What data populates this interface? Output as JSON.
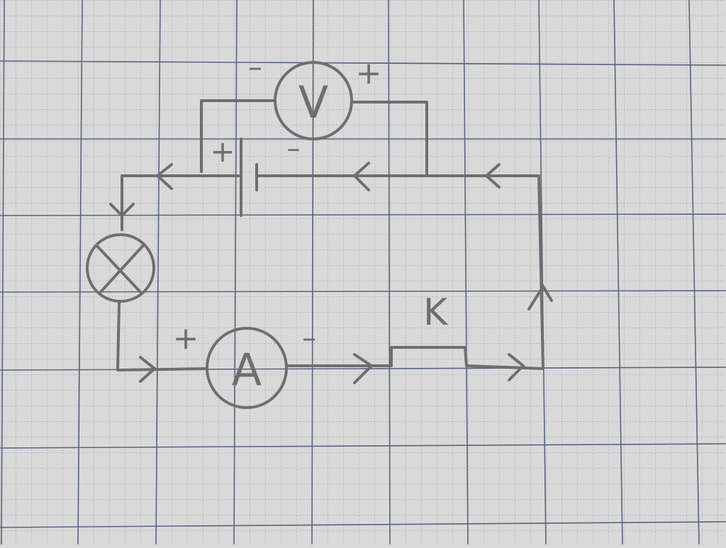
{
  "paper": {
    "background": "#d9d9d9",
    "minor_grid_color": "#9aa0ab",
    "major_grid_color": "#5b6478",
    "pencil_color": "#6e6e6e"
  },
  "components": {
    "voltmeter": {
      "symbol": "V",
      "minus": "–",
      "plus": "+"
    },
    "ammeter": {
      "symbol": "A",
      "plus": "+",
      "minus": "–"
    },
    "battery": {
      "plus": "+",
      "minus": "–"
    },
    "lamp": {
      "icon": "lamp-cross-icon"
    },
    "switch": {
      "label": "K"
    }
  }
}
